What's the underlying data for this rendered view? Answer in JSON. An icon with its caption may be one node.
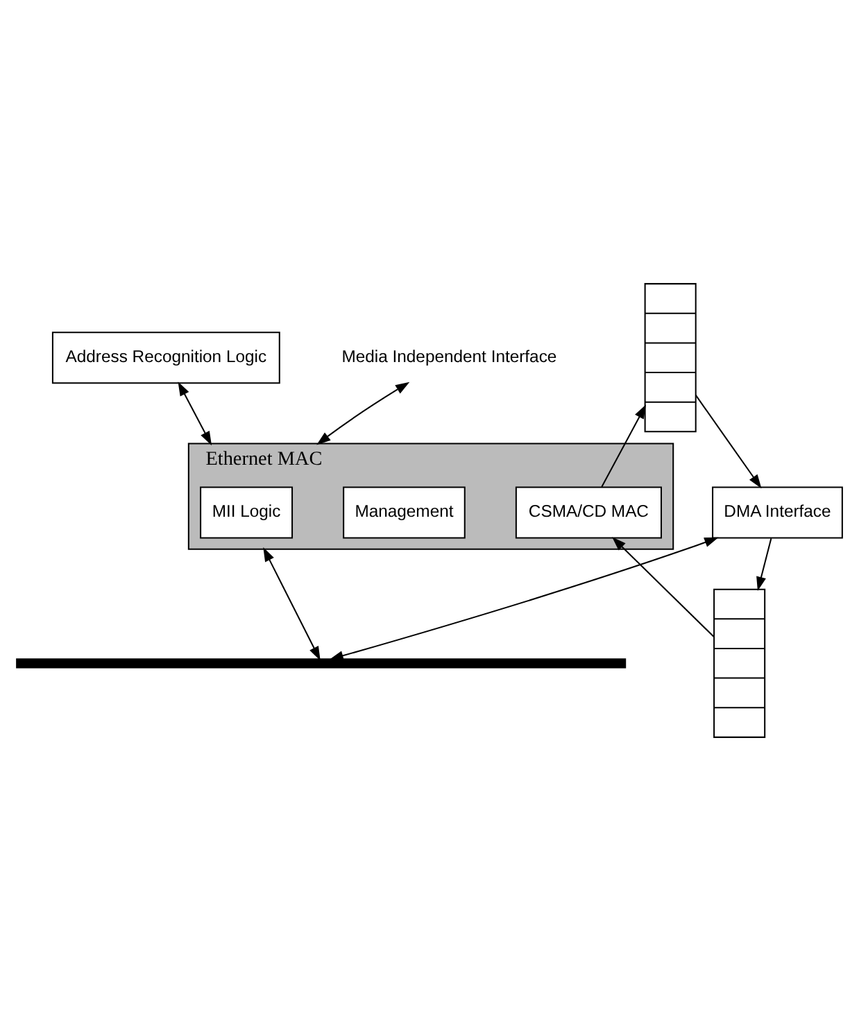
{
  "diagram": {
    "nodes": [
      {
        "text": [
          "Media Independent Interface"
        ]
      },
      {
        "text": [
          "Ethernet MAC"
        ]
      },
      {
        "text": [
          "MII Logic"
        ],
        "in": 1
      },
      {
        "text": [
          "Management"
        ],
        "in": 1
      },
      {
        "text": [
          "CSMA/CD MAC"
        ],
        "in": 1
      },
      {
        "text": [
          "Address Recognition Logic"
        ]
      },
      {
        "text": [],
        "shape": "box"
      },
      {
        "text": [],
        "shape": "box"
      },
      {
        "text": [
          "DMA Interface"
        ]
      },
      {
        "text": [],
        "shape": "bar"
      }
    ],
    "edges": [
      {
        "from": 0,
        "to": 1,
        "arrow": "both"
      },
      {
        "from": 5,
        "to": 1,
        "arrow": "both"
      },
      {
        "from": 1,
        "to": 9,
        "arrow": "both"
      },
      {
        "from": 6,
        "to": 4,
        "arrow": "to"
      },
      {
        "from": 4,
        "to": 7,
        "arrow": "to"
      },
      {
        "from": 8,
        "to": 6,
        "arrow": "to"
      },
      {
        "from": 7,
        "to": 8,
        "arrow": "to"
      },
      {
        "from": 8,
        "to": 9,
        "arrow": "both"
      }
    ]
  }
}
